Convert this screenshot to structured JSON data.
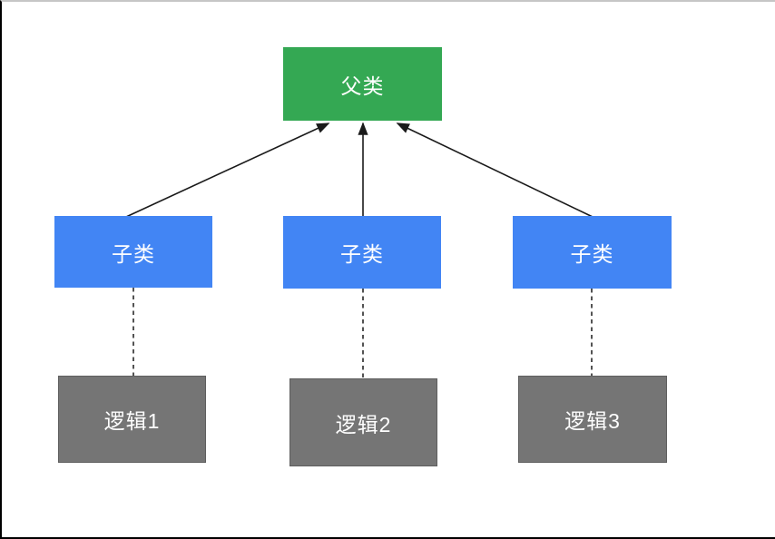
{
  "diagram": {
    "parent": {
      "label": "父类"
    },
    "children": [
      {
        "label": "子类"
      },
      {
        "label": "子类"
      },
      {
        "label": "子类"
      }
    ],
    "logic": [
      {
        "label": "逻辑1"
      },
      {
        "label": "逻辑2"
      },
      {
        "label": "逻辑3"
      }
    ],
    "relations": {
      "inheritance": "solid-arrow-child-to-parent",
      "association": "dashed-line-child-to-logic"
    }
  },
  "colors": {
    "parent_box": "#34a853",
    "child_box": "#4285f4",
    "logic_box": "#757575",
    "logic_border": "#5e5e5e",
    "text": "#ffffff",
    "connector": "#1a1a1a",
    "frame_border": "#000000",
    "frame_top_border": "#c6c6c6"
  }
}
